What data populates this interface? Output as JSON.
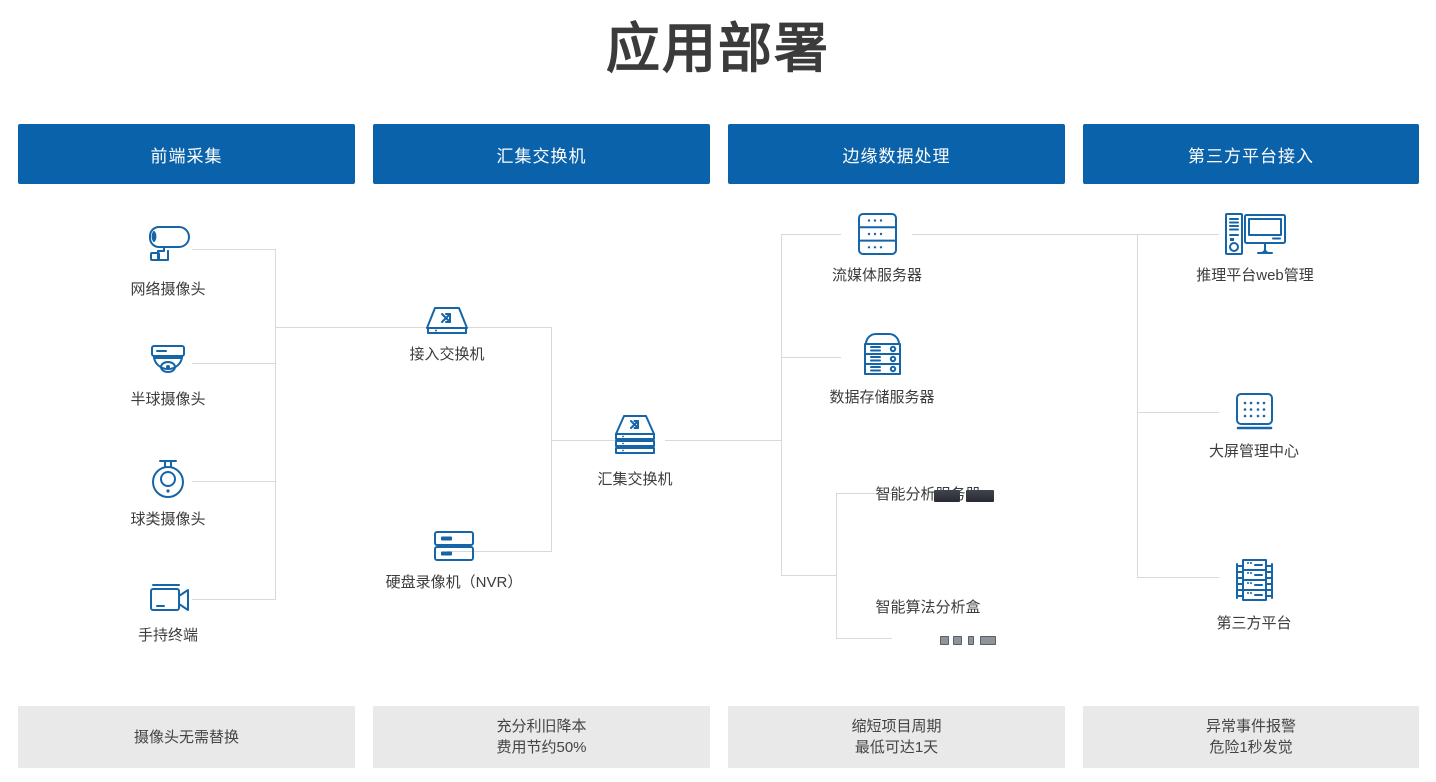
{
  "page": {
    "title": "应用部署",
    "accent_color": "#0a62ab",
    "icon_color": "#1665a8",
    "line_color": "#d9d9d9",
    "footer_bg": "#e9e9e9"
  },
  "columns": [
    {
      "id": "front-end-collection",
      "header": "前端采集",
      "footer_lines": [
        "摄像头无需替换"
      ],
      "nodes": [
        {
          "label": "网络摄像头",
          "icon": "bullet-camera-icon"
        },
        {
          "label": "半球摄像头",
          "icon": "dome-camera-icon"
        },
        {
          "label": "球类摄像头",
          "icon": "ptz-camera-icon"
        },
        {
          "label": "手持终端",
          "icon": "handheld-camcorder-icon"
        }
      ]
    },
    {
      "id": "aggregation-switch",
      "header": "汇集交换机",
      "footer_lines": [
        "充分利旧降本",
        "费用节约50%"
      ],
      "nodes": [
        {
          "label": "接入交换机",
          "icon": "network-switch-icon"
        },
        {
          "label": "硬盘录像机（NVR）",
          "icon": "nvr-icon"
        },
        {
          "label": "汇集交换机",
          "icon": "stacked-switch-icon"
        }
      ]
    },
    {
      "id": "edge-data-processing",
      "header": "边缘数据处理",
      "footer_lines": [
        "缩短项目周期",
        "最低可达1天"
      ],
      "nodes": [
        {
          "label": "流媒体服务器",
          "icon": "rack-server-icon"
        },
        {
          "label": "数据存储服务器",
          "icon": "storage-server-icon"
        },
        {
          "label": "智能分析服务器",
          "icon": "analysis-server-photo"
        },
        {
          "label": "智能算法分析盒",
          "icon": "analysis-box-photo"
        }
      ]
    },
    {
      "id": "third-party-platform-access",
      "header": "第三方平台接入",
      "footer_lines": [
        "异常事件报警",
        "危险1秒发觉"
      ],
      "nodes": [
        {
          "label": "推理平台web管理",
          "icon": "desktop-computer-icon"
        },
        {
          "label": "大屏管理中心",
          "icon": "video-wall-icon"
        },
        {
          "label": "第三方平台",
          "icon": "server-rack-icon"
        }
      ]
    }
  ]
}
